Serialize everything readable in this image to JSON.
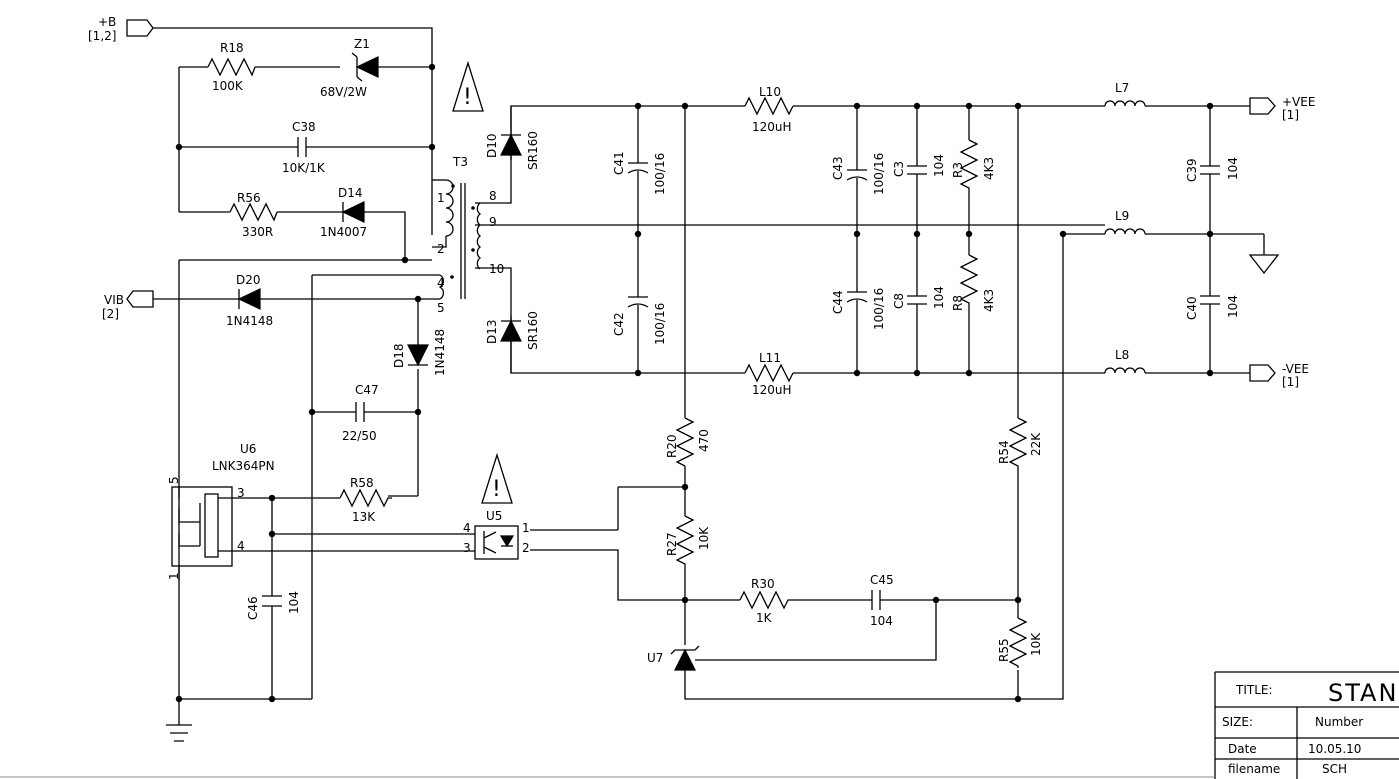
{
  "ports": {
    "b_plus": "+B",
    "b_plus_ref": "[1,2]",
    "vib": "VIB",
    "vib_ref": "[2]",
    "vee_plus": "+VEE",
    "vee_plus_ref": "[1]",
    "vee_minus": "-VEE",
    "vee_minus_ref": "[1]"
  },
  "parts": {
    "r18": "R18",
    "r18_val": "100K",
    "z1": "Z1",
    "z1_val": "68V/2W",
    "c38": "C38",
    "c38_val": "10K/1K",
    "r56": "R56",
    "r56_val": "330R",
    "d14": "D14",
    "d14_val": "1N4007",
    "t3": "T3",
    "d20": "D20",
    "d20_val": "1N4148",
    "d18": "D18",
    "d18_val": "1N4148",
    "c47": "C47",
    "c47_val": "22/50",
    "u6": "U6",
    "u6_val": "LNK364PN",
    "r58": "R58",
    "r58_val": "13K",
    "c46": "C46",
    "c46_val": "104",
    "u5": "U5",
    "d10": "D10",
    "d10_val": "SR160",
    "d13": "D13",
    "d13_val": "SR160",
    "c41": "C41",
    "c41_val": "100/16",
    "c42": "C42",
    "c42_val": "100/16",
    "l10": "L10",
    "l10_val": "120uH",
    "l11": "L11",
    "l11_val": "120uH",
    "c43": "C43",
    "c43_val": "100/16",
    "c44": "C44",
    "c44_val": "100/16",
    "c3": "C3",
    "c3_val": "104",
    "c8": "C8",
    "c8_val": "104",
    "r3": "R3",
    "r3_val": "4K3",
    "r8": "R8",
    "r8_val": "4K3",
    "l7": "L7",
    "l8": "L8",
    "l9": "L9",
    "c39": "C39",
    "c39_val": "104",
    "c40": "C40",
    "c40_val": "104",
    "r20": "R20",
    "r20_val": "470",
    "r27": "R27",
    "r27_val": "10K",
    "r30": "R30",
    "r30_val": "1K",
    "c45": "C45",
    "c45_val": "104",
    "r54": "R54",
    "r54_val": "22K",
    "r55": "R55",
    "r55_val": "10K",
    "u7": "U7"
  },
  "pins": {
    "t3_1": "1",
    "t3_2": "2",
    "t3_4": "4",
    "t3_5": "5",
    "t3_8": "8",
    "t3_9": "9",
    "t3_10": "10",
    "u6_5": "5",
    "u6_3": "3",
    "u6_4": "4",
    "u6_1": "1",
    "u5_4": "4",
    "u5_3": "3",
    "u5_1": "1",
    "u5_2": "2"
  },
  "warnings": {
    "symbol": "!"
  },
  "title_block": {
    "title_label": "TITLE:",
    "title_value": "STANI",
    "size_label": "SIZE:",
    "size_value": "Number",
    "date_label": "Date",
    "date_value": "10.05.10",
    "filename_label": "filename",
    "filename_value": "SCH"
  }
}
